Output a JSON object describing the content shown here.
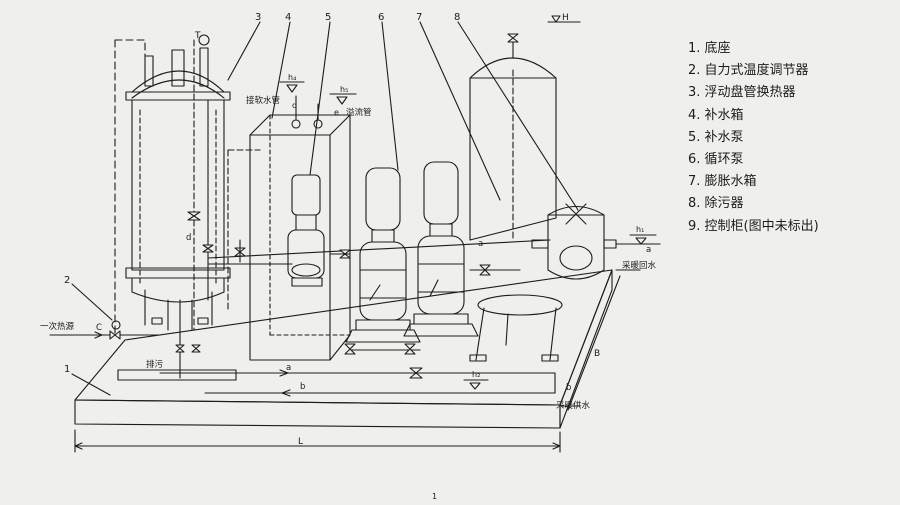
{
  "colors": {
    "paper": "#efefed",
    "ink": "#1c1c1c"
  },
  "legend": [
    "1. 底座",
    "2. 自力式温度调节器",
    "3. 浮动盘管换热器",
    "4. 补水箱",
    "5. 补水泵",
    "6. 循环泵",
    "7. 膨胀水箱",
    "8. 除污器",
    "9. 控制柜(图中未标出)"
  ],
  "callouts": [
    "1",
    "2",
    "3",
    "4",
    "5",
    "6",
    "7",
    "8"
  ],
  "labels": {
    "primary_heat_source": "一次热源",
    "drain": "排污",
    "soft_water_pipe": "接软水管",
    "overflow_pipe": "溢流管",
    "heating_return": "采暖回水",
    "heating_supply": "采暖供水",
    "length": "L",
    "width": "B",
    "height": "H",
    "h1": "h₁",
    "h2": "h₂",
    "h4": "h₄",
    "h5": "h₅",
    "pipe_a": "a",
    "pipe_b": "b",
    "pipe_c": "C",
    "pipe_d": "d",
    "pipe_e": "e",
    "thermo": "T",
    "page_mark": "1"
  }
}
